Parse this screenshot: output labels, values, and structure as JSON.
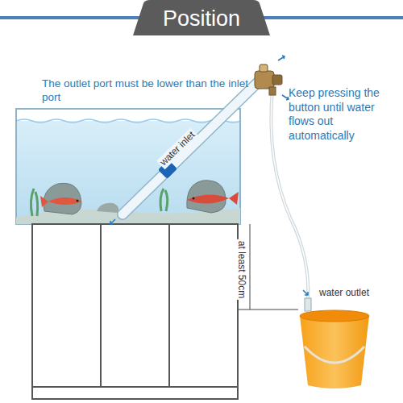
{
  "diagram": {
    "title": "Position",
    "labels": [
      "The outlet port must be lower than the inlet port",
      "Keep pressing the button until water flows out automatically",
      "water inlet",
      "at least 50cm",
      "water outlet"
    ]
  }
}
